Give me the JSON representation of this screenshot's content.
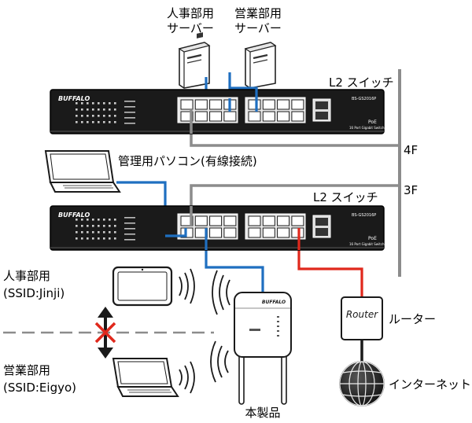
{
  "labels": {
    "hr_server_1": "人事部用",
    "hr_server_2": "サーバー",
    "sales_server_1": "営業部用",
    "sales_server_2": "サーバー",
    "switch_top": "L2 スイッチ",
    "switch_bottom": "L2 スイッチ",
    "floor_4f": "4F",
    "floor_3f": "3F",
    "admin_pc": "管理用パソコン(有線接続)",
    "hr_dept": "人事部用",
    "hr_ssid": "(SSID:Jinji)",
    "sales_dept": "営業部用",
    "sales_ssid": "(SSID:Eigyo)",
    "router_label": "ルーター",
    "router_text": "Router",
    "internet": "インターネット",
    "product": "本製品",
    "brand": "BUFFALO",
    "switch_model": "BS-GS2016P",
    "switch_subtitle": "16 Port Gigabit Switch",
    "poe": "PoE",
    "ap_brand": "BUFFALO"
  },
  "colors": {
    "blue_cable": "#1f6fc0",
    "red_cable": "#e0281c",
    "gray_cable": "#8c8c8c",
    "device_dark": "#1a1a1a"
  }
}
